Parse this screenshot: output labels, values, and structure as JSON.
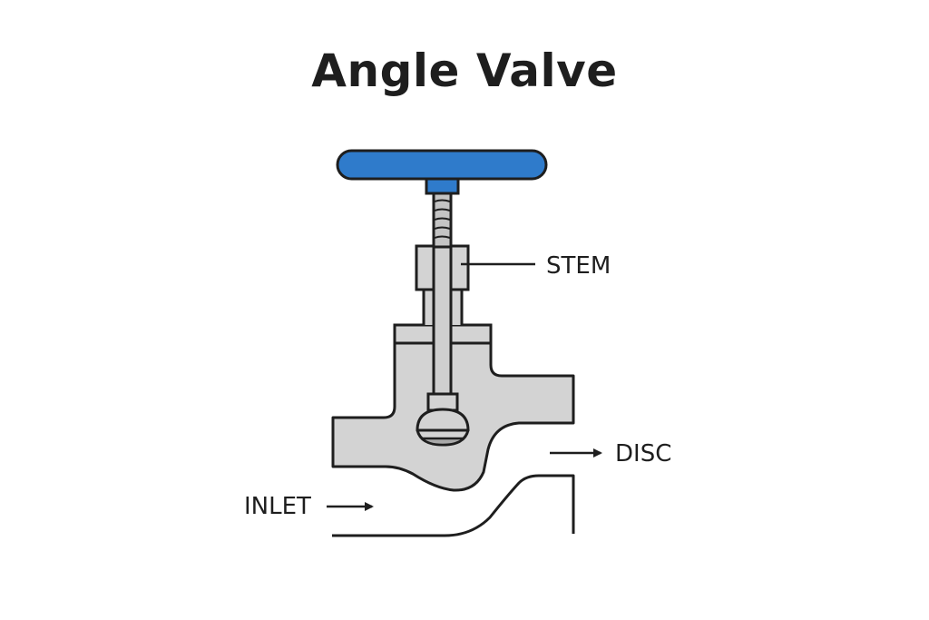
{
  "title": "Angle Valve",
  "labels": {
    "stem": "STEM",
    "disc": "DISC",
    "inlet": "INLET"
  },
  "components": [
    {
      "name": "handwheel",
      "color": "#2f7bcb"
    },
    {
      "name": "handwheel-hub",
      "color": "#2f7bcb"
    },
    {
      "name": "threaded-stem",
      "color": "#c8c8c8"
    },
    {
      "name": "packing-gland",
      "color": "#d3d3d3"
    },
    {
      "name": "bonnet",
      "color": "#d3d3d3"
    },
    {
      "name": "valve-body",
      "color": "#d3d3d3"
    },
    {
      "name": "disc",
      "color": "#d3d3d3"
    },
    {
      "name": "seat",
      "color": "#a9a9a9"
    },
    {
      "name": "flow-path",
      "color": "#1e1e1e"
    }
  ],
  "colors": {
    "outline": "#1e1e1e",
    "body_fill": "#d3d3d3",
    "handwheel": "#2f7bcb",
    "background": "#ffffff"
  }
}
